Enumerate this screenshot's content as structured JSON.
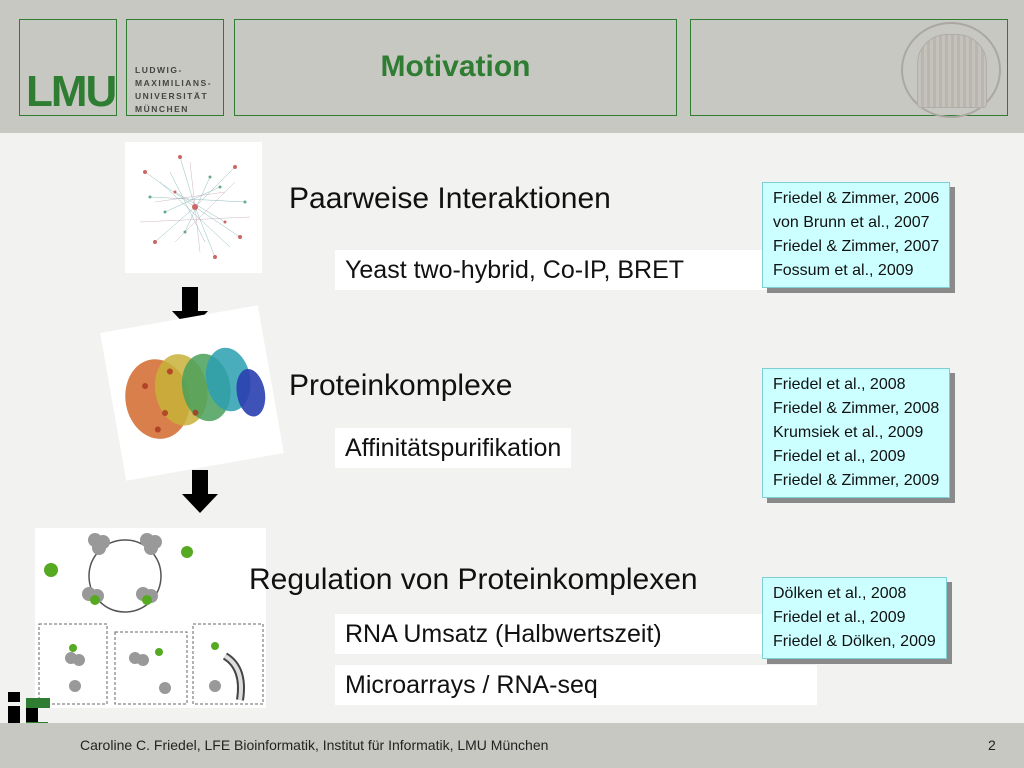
{
  "header": {
    "logo_text": "LMU",
    "university_lines": [
      "LUDWIG-",
      "MAXIMILIANS-",
      "UNIVERSITÄT",
      "MÜNCHEN"
    ],
    "title": "Motivation"
  },
  "sections": [
    {
      "heading": "Paarweise Interaktionen",
      "methods": [
        "Yeast two-hybrid, Co-IP, BRET"
      ],
      "references": [
        "Friedel & Zimmer, 2006",
        "von Brunn et al., 2007",
        "Friedel & Zimmer, 2007",
        "Fossum et al., 2009"
      ],
      "image": "protein-interaction-network-image"
    },
    {
      "heading": "Proteinkomplexe",
      "methods": [
        "Affinitätspurifikation"
      ],
      "references": [
        "Friedel et al., 2008",
        "Friedel & Zimmer, 2008",
        "Krumsiek et al., 2009",
        "Friedel et al., 2009",
        "Friedel & Zimmer, 2009"
      ],
      "image": "protein-complex-structure-image"
    },
    {
      "heading": "Regulation von Proteinkomplexen",
      "methods": [
        "RNA Umsatz (Halbwertszeit)",
        "Microarrays / RNA-seq"
      ],
      "references": [
        "Dölken et al., 2008",
        "Friedel et al., 2009",
        "Friedel & Dölken, 2009"
      ],
      "image": "complex-regulation-diagram-image"
    }
  ],
  "footer": {
    "text": "Caroline C. Friedel, LFE Bioinformatik, Institut für Informatik, LMU München",
    "page_number": "2"
  },
  "colors": {
    "brand_green": "#2e7d32",
    "header_gray": "#c8c8c2",
    "reference_box": "#ccffff",
    "arrow": "#000000"
  },
  "icons": [
    "down-arrow-icon",
    "lfe-logo-icon",
    "university-seal-icon"
  ]
}
